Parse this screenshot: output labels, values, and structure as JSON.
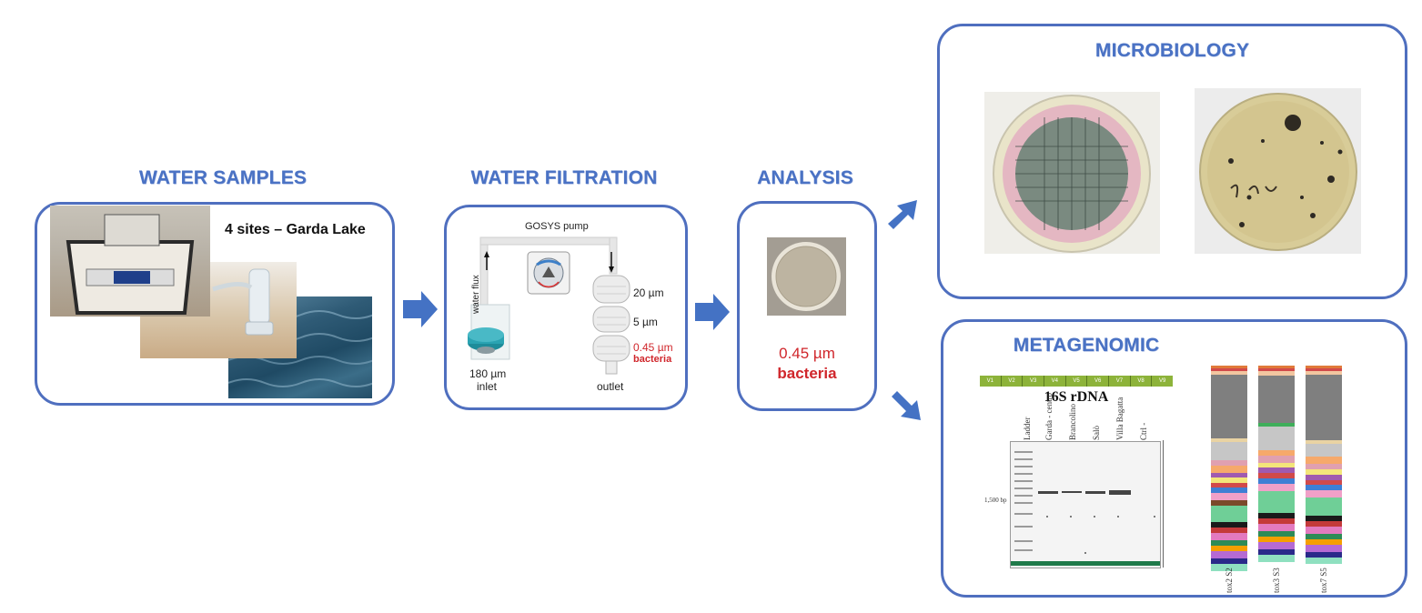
{
  "stages": {
    "water_samples": {
      "title": "WATER SAMPLES",
      "caption": "4 sites – Garda Lake"
    },
    "water_filtration": {
      "title": "WATER FILTRATION",
      "pump_label": "GOSYS pump",
      "flux_label": "water flux",
      "inlet_size": "180 µm",
      "inlet_label": "inlet",
      "outlet_label": "outlet",
      "filter_sizes": [
        "20 µm",
        "5 µm",
        "0.45 µm"
      ],
      "bacteria_label": "bacteria"
    },
    "analysis": {
      "title": "ANALYSIS",
      "filter_size": "0.45 µm",
      "bacteria_label": "bacteria"
    },
    "microbiology": {
      "title": "MICROBIOLOGY"
    },
    "metagenomic": {
      "title": "METAGENOMIC",
      "gene_title": "16S rDNA",
      "regions": [
        "V1",
        "V2",
        "V3",
        "V4",
        "V5",
        "V6",
        "V7",
        "V8",
        "V9"
      ],
      "gel_lanes": [
        "Ladder",
        "Garda - centro",
        "Brancolino",
        "Salò",
        "Villa Bagatta",
        "Ctrl -"
      ],
      "gel_marker": "1,500 bp",
      "stack_labels": [
        "tox2 S2",
        "tox3 S3",
        "tox7 S5"
      ]
    }
  },
  "colors": {
    "accent": "#4a72c4",
    "box_border": "#4f6fbf",
    "arrow": "#4472c4",
    "highlight": "#d0262b",
    "region_bar": "#8db33a"
  }
}
